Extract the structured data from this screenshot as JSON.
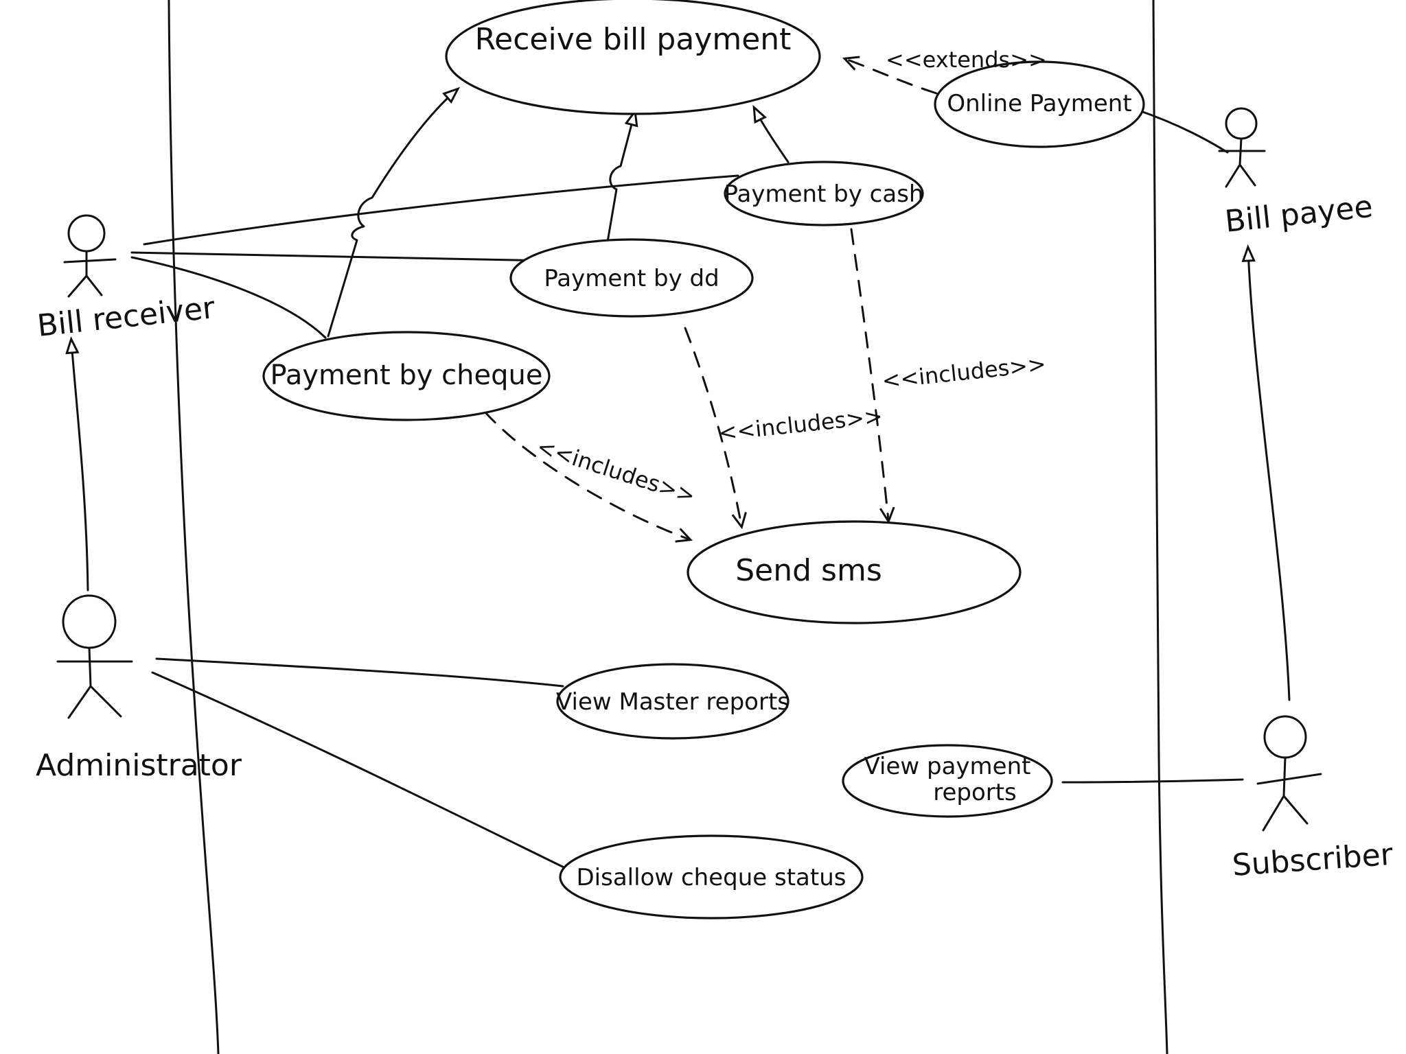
{
  "actors": {
    "bill_receiver": "Bill receiver",
    "bill_payee": "Bill payee",
    "administrator": "Administrator",
    "subscriber": "Subscriber"
  },
  "use_cases": {
    "receive_bill_payment": "Receive bill payment",
    "online_payment": "Online Payment",
    "payment_by_cash": "Payment by cash",
    "payment_by_dd": "Payment by dd",
    "payment_by_cheque": "Payment by cheque",
    "send_sms": "Send sms",
    "view_master_reports": "View Master reports",
    "view_payment_reports_line1": "View payment",
    "view_payment_reports_line2": "reports",
    "disallow_cheque_status": "Disallow cheque status"
  },
  "stereotypes": {
    "extends": "<<extends>>",
    "includes_cheque": "<<includes>>",
    "includes_dd": "<<includes>>",
    "includes_cash": "<<includes>>"
  }
}
